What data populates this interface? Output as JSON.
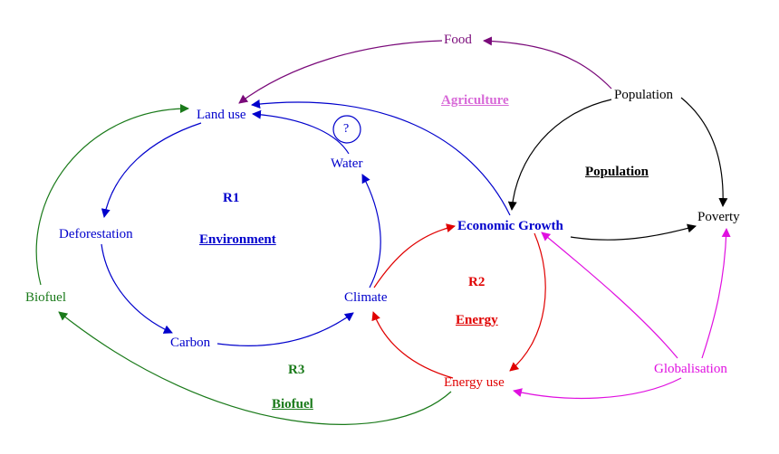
{
  "nodes": {
    "food": "Food",
    "land_use": "Land use",
    "population": "Population",
    "water": "Water",
    "question": "?",
    "deforestation": "Deforestation",
    "economic_growth": "Economic Growth",
    "poverty": "Poverty",
    "biofuel": "Biofuel",
    "climate": "Climate",
    "carbon": "Carbon",
    "energy_use": "Energy use",
    "globalisation": "Globalisation"
  },
  "loops": {
    "r1": "R1",
    "r1_name": "Environment",
    "r2": "R2",
    "r2_name": "Energy",
    "r3": "R3",
    "r3_name": "Biofuel",
    "agriculture": "Agriculture",
    "population_loop": "Population"
  },
  "colors": {
    "environment": "#0000cc",
    "energy": "#e00000",
    "biofuel": "#1a7a1a",
    "food": "#7a0a7a",
    "globalisation": "#e010e0",
    "population": "#000000",
    "agriculture": "#d86ad8"
  }
}
